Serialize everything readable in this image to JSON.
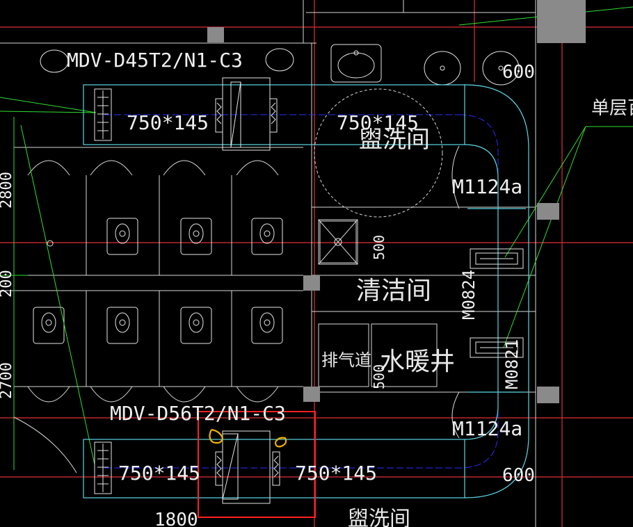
{
  "colors": {
    "background": "#000000",
    "grid_red": "#e0303a",
    "wall_white": "#d8d8d8",
    "duct_cyan": "#59d8e6",
    "axis_blue": "#2b2bff",
    "leader_green": "#30e030",
    "column_gray": "#8a8a8a",
    "highlight_red": "#ff2020",
    "markup_yellow": "#f0b000",
    "fixture_white": "#e6e6e6"
  },
  "labels": {
    "unit_top": "MDV-D45T2/N1-C3",
    "unit_bottom": "MDV-D56T2/N1-C3",
    "duct_top_left": "750*145",
    "duct_top_right": "750*145",
    "duct_bottom_left": "750*145",
    "duct_bottom_right": "750*145",
    "dim_600_top": "600",
    "dim_600_bottom": "600",
    "note_right": "单层百",
    "door_top": "M1124a",
    "door_bottom": "M1124a",
    "door_mid": "M0824",
    "door_mid2": "M0821",
    "room_wash": "盥洗间",
    "room_clean": "清洁间",
    "room_exhaust": "排气道",
    "room_heating": "水暖井",
    "dim_500_a": "500",
    "dim_500_b": "500",
    "dim_1800": "1800",
    "dim_left_a": "2800",
    "dim_left_b": "200",
    "dim_left_c": "2700",
    "room_bottom": "盥洗间"
  },
  "icons": {
    "exhaust_grille": "grille-icon",
    "air_unit": "fan-coil-unit-icon",
    "squat_toilet": "squat-toilet-icon",
    "wash_basin": "wash-basin-icon",
    "floor_drain": "floor-drain-icon",
    "louver": "louver-vent-icon"
  }
}
